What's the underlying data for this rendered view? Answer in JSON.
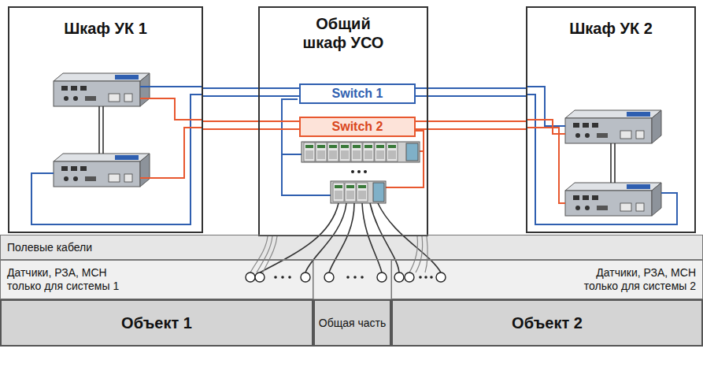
{
  "diagram": {
    "nodes": [
      {
        "text": [
          "Шкаф УК 1"
        ]
      },
      {
        "text": [
          "Общий шкаф УСО"
        ]
      },
      {
        "text": [
          "Switch 1"
        ],
        "in": 1
      },
      {
        "text": [
          "Switch 2"
        ],
        "in": 1
      },
      {
        "text": [
          "Шкаф УК 2"
        ]
      },
      {
        "text": [
          "Полевые кабели"
        ]
      },
      {
        "text": [
          "Датчики, РЗА, МСН только для системы 1"
        ]
      },
      {
        "text": [
          "Датчики, РЗА, МСН только для системы 2"
        ]
      },
      {
        "text": [
          "Объект 1"
        ]
      },
      {
        "text": [
          "Общая часть"
        ]
      },
      {
        "text": [
          "Объект 2"
        ]
      }
    ],
    "edges": [
      {
        "from": 0,
        "to": 2,
        "arrow": "none"
      },
      {
        "from": 0,
        "to": 3,
        "arrow": "none"
      },
      {
        "from": 4,
        "to": 2,
        "arrow": "none"
      },
      {
        "from": 4,
        "to": 3,
        "arrow": "none"
      }
    ]
  }
}
